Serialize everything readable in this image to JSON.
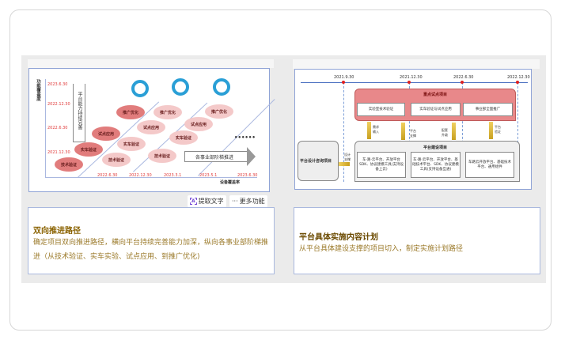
{
  "left_image": {
    "y_axis_label": "功能覆盖度",
    "x_axis_label": "设备覆盖率",
    "y_dates": [
      "2023.6.30",
      "2022.12.30",
      "2022.6.30",
      "2021.12.30"
    ],
    "x_dates": [
      "2022.6.30",
      "2022.12.30",
      "2023.3.1",
      "2023.5.1",
      "2023.6.30"
    ],
    "up_arrow_text": "平台能力持续完善",
    "right_arrow_text": "各事业部阶梯推进",
    "ellipsis": "••••••",
    "stage_labels": [
      "技术验证",
      "实车验证",
      "试点应用",
      "推广优化"
    ]
  },
  "toolbar": {
    "extract_text": "提取文字",
    "more": "更多功能"
  },
  "right_image": {
    "timeline": [
      "2021.9.30",
      "2021.12.30",
      "2022.6.30",
      "2022.12.30"
    ],
    "pilot_title": "重点试点项目",
    "pilot_items": [
      "实验室技术验证",
      "实车验证与试点应用",
      "事业部全面推广"
    ],
    "arrow_labels": [
      "需求输入",
      "平台支撑",
      "配套升级",
      "平台验证",
      "设计支撑"
    ],
    "consult_title": "平台设计咨询项目",
    "build_title": "平台建设项目",
    "build_items": [
      "车·路·云平台、开放平台SDK、协议建模工具(支持设备上云)",
      "车·路·云平台、开放平台、基础技术平台、SDK、协议建模工具(支持设备互通)",
      "车路云开放平台、基础技术平台、通用组件"
    ]
  },
  "cards": [
    {
      "title": "双向推进路径",
      "desc": "确定项目双向推进路径，横向平台持续完善能力加深，纵向各事业部阶梯推进（从技术验证、实车实验、试点应用、到推广优化)"
    },
    {
      "title": "平台具体实施内容计划",
      "desc": "从平台具体建设支撑的项目切入，制定实施计划路径"
    }
  ]
}
